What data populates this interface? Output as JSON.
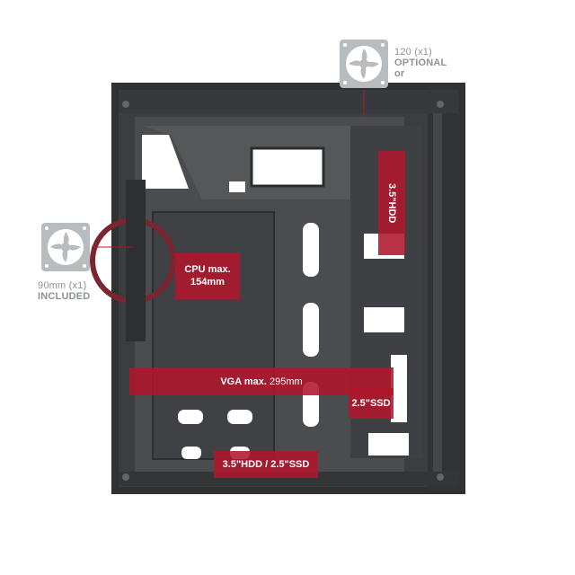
{
  "fans": {
    "top": {
      "size": "120 (x1)",
      "note": "OPTIONAL",
      "extra": "or"
    },
    "front": {
      "size": "90mm (x1)",
      "note": "INCLUDED"
    }
  },
  "labels": {
    "cpu": {
      "name": "CPU max.",
      "value": "154mm"
    },
    "vga": {
      "name": "VGA max.",
      "value": "295mm"
    },
    "hdd_bay": {
      "text": "3.5\"HDD"
    },
    "ssd": {
      "text": "2.5\"SSD"
    },
    "bottom_bay": {
      "part_a": "3.5\"HDD",
      "sep": " / ",
      "part_b": "2.5\"SSD"
    }
  },
  "colors": {
    "accent": "#b0162c",
    "chassis": "#3a3c3e",
    "badge": "#b9bcbf"
  }
}
